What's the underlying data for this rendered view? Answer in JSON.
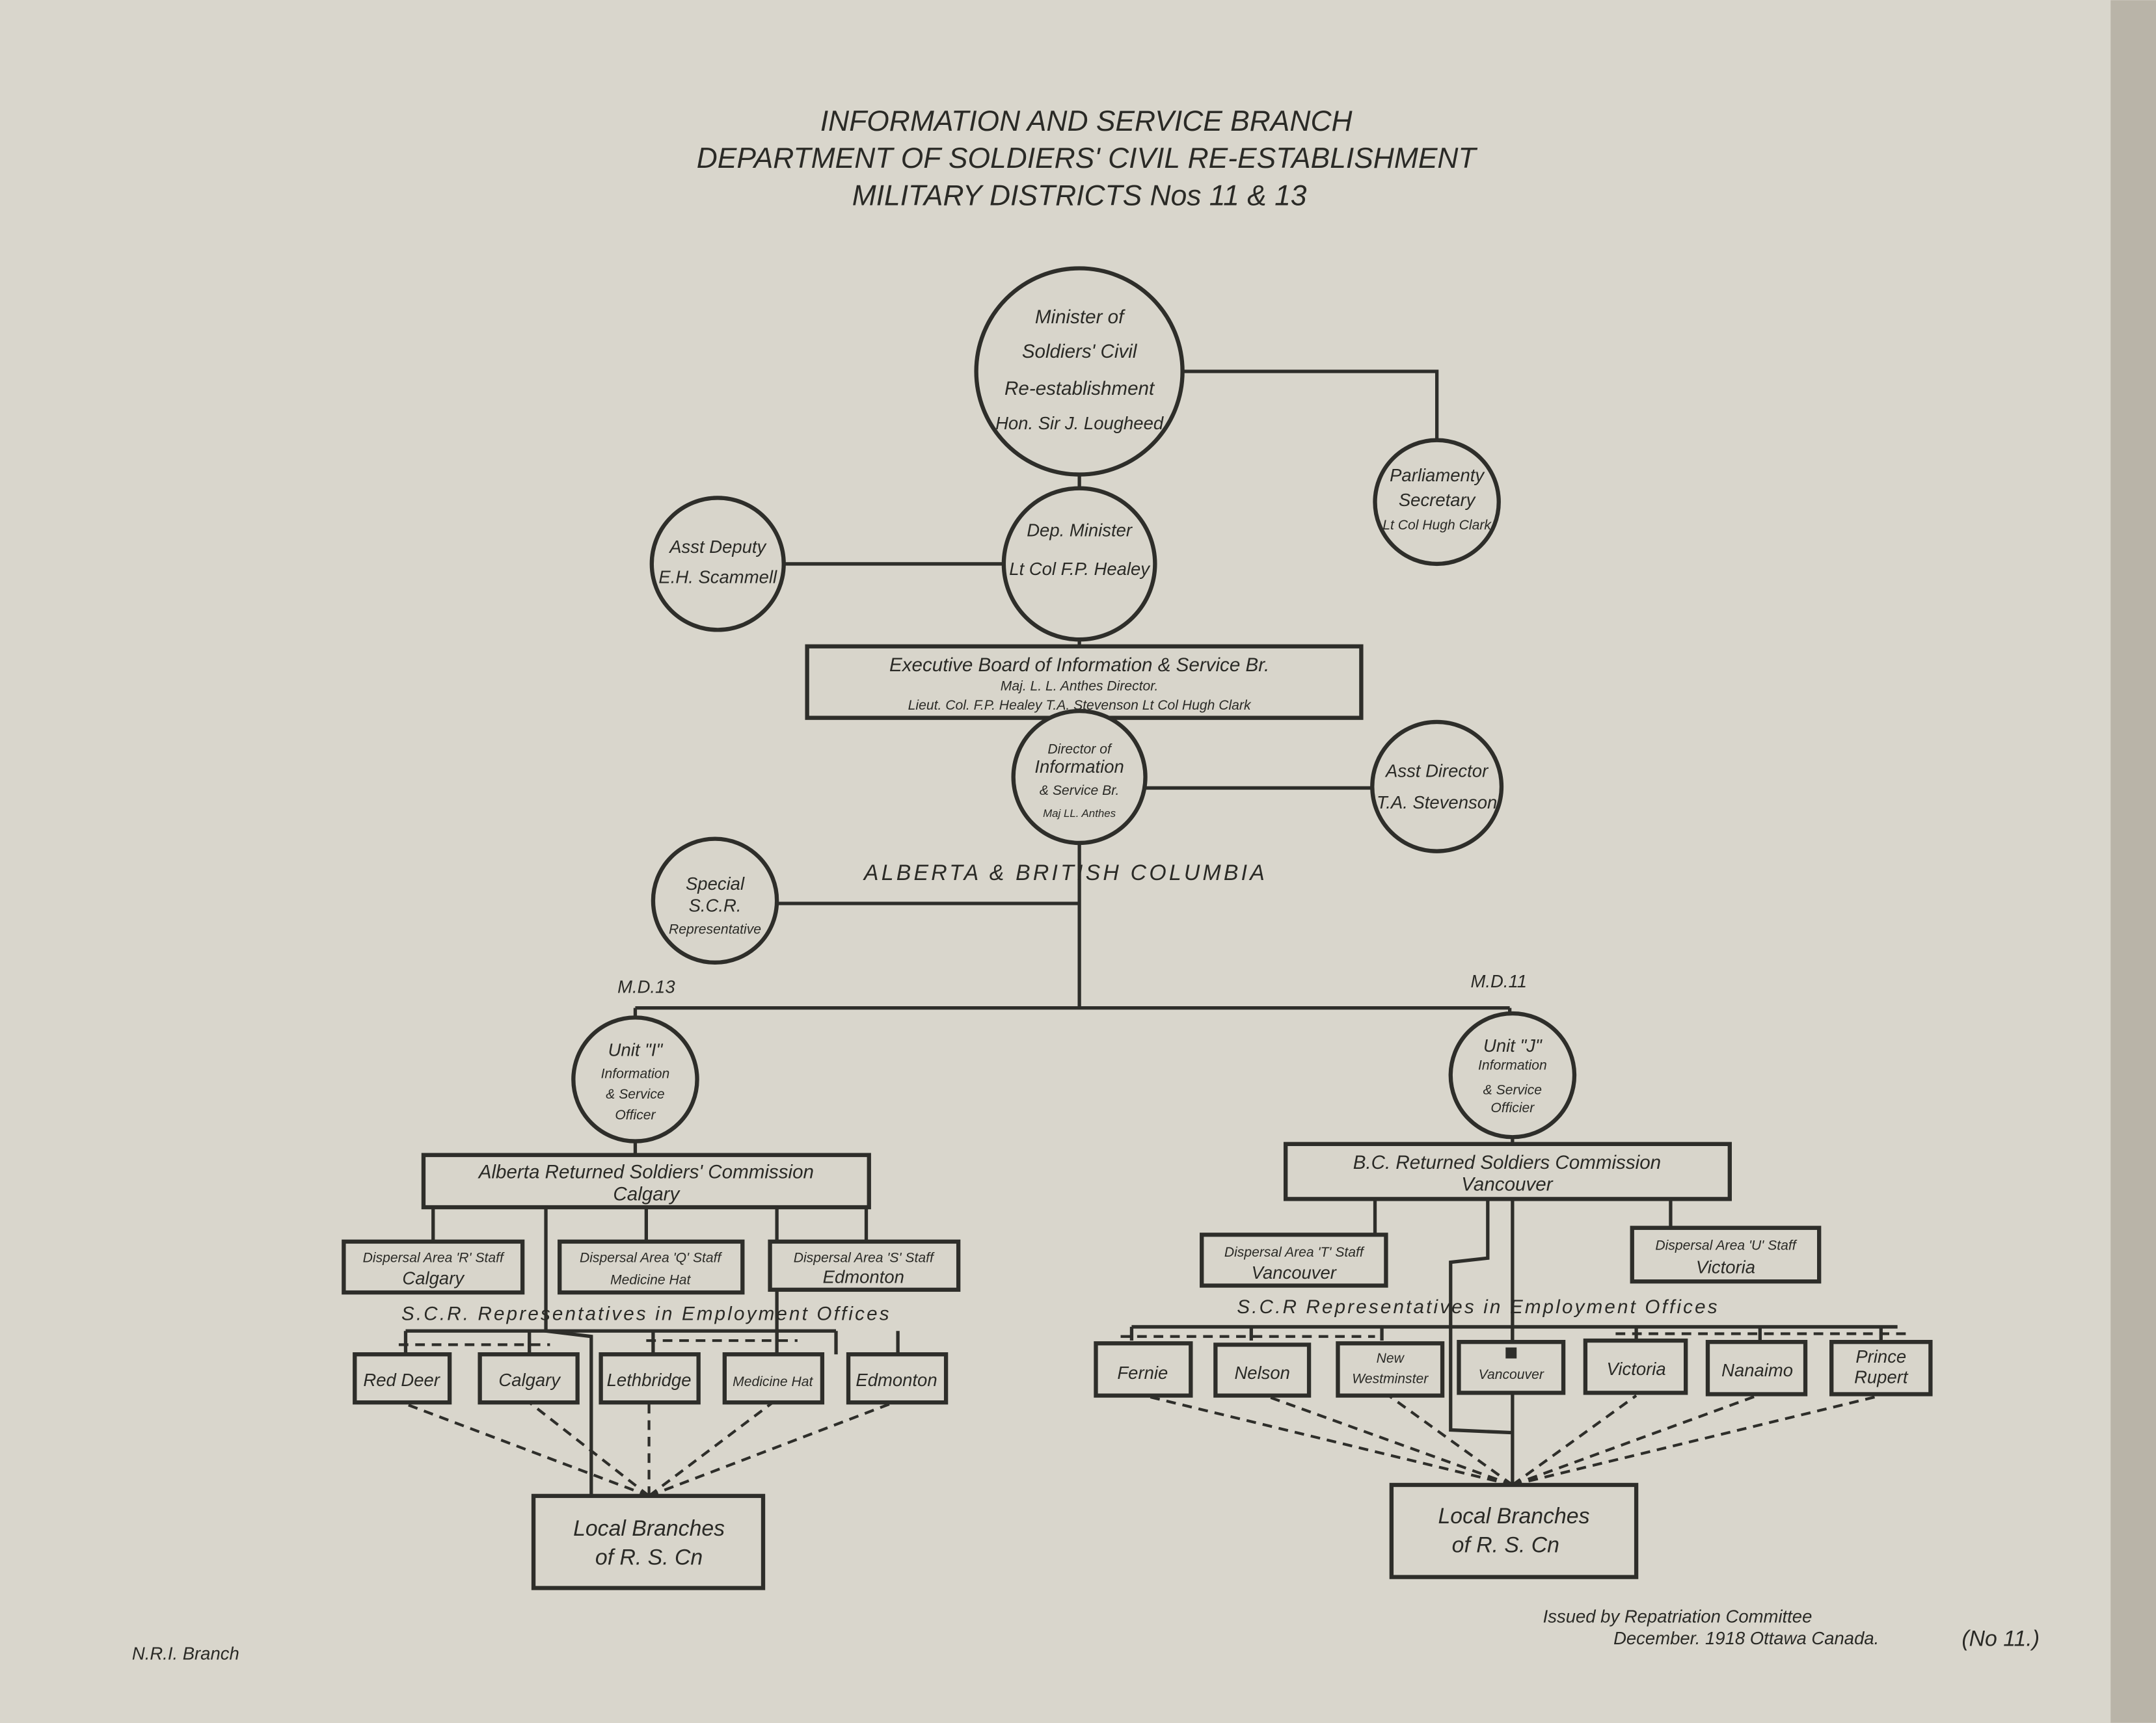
{
  "title": {
    "line1": "INFORMATION AND SERVICE BRANCH",
    "line2": "DEPARTMENT OF SOLDIERS' CIVIL RE-ESTABLISHMENT",
    "line3": "MILITARY DISTRICTS Nos 11 & 13"
  },
  "minister": {
    "l1": "Minister of",
    "l2": "Soldiers' Civil",
    "l3": "Re-establishment",
    "l4": "Hon. Sir J. Lougheed"
  },
  "parl_secretary": {
    "l1": "Parliamenty",
    "l2": "Secretary",
    "l3": "Lt Col Hugh Clark"
  },
  "dep_minister": {
    "l1": "Dep. Minister",
    "l2": "Lt Col F.P. Healey"
  },
  "asst_deputy": {
    "l1": "Asst Deputy",
    "l2": "E.H. Scammell"
  },
  "exec_board": {
    "l1": "Executive Board of Information & Service Br.",
    "l2": "Maj. L. L. Anthes Director.",
    "l3": "Lieut. Col. F.P. Healey   T.A. Stevenson   Lt Col Hugh Clark"
  },
  "director": {
    "l1": "Director of",
    "l2": "Information",
    "l3": "& Service Br.",
    "l4": "Maj LL. Anthes"
  },
  "asst_director": {
    "l1": "Asst Director",
    "l2": "T.A. Stevenson"
  },
  "special_scr": {
    "l1": "Special",
    "l2": "S.C.R.",
    "l3": "Representative"
  },
  "region_label": "ALBERTA & BRITISH COLUMBIA",
  "md13": {
    "label": "M.D.13",
    "unit": {
      "l1": "Unit \"I\"",
      "l2": "Information",
      "l3": "& Service",
      "l4": "Officer"
    },
    "commission": {
      "l1": "Alberta Returned Soldiers' Commission",
      "l2": "Calgary"
    },
    "dispersal": [
      {
        "l1": "Dispersal Area 'R' Staff",
        "l2": "Calgary"
      },
      {
        "l1": "Dispersal Area 'Q' Staff",
        "l2": "Medicine Hat"
      },
      {
        "l1": "Dispersal Area 'S' Staff",
        "l2": "Edmonton"
      }
    ],
    "scr_label": "S.C.R. Representatives in Employment Offices",
    "offices": [
      "Red Deer",
      "Calgary",
      "Lethbridge",
      "Medicine Hat",
      "Edmonton"
    ],
    "local": {
      "l1": "Local Branches",
      "l2": "of R. S. Cn"
    }
  },
  "md11": {
    "label": "M.D.11",
    "unit": {
      "l1": "Unit \"J\"",
      "l2": "Information",
      "l3": "& Service",
      "l4": "Officier"
    },
    "commission": {
      "l1": "B.C. Returned Soldiers Commission",
      "l2": "Vancouver"
    },
    "dispersal": [
      {
        "l1": "Dispersal Area 'T' Staff",
        "l2": "Vancouver"
      },
      {
        "l1": "Dispersal Area 'U' Staff",
        "l2": "Victoria"
      }
    ],
    "scr_label": "S.C.R Representatives in Employment Offices",
    "offices": [
      {
        "l1": "",
        "l2": "Fernie"
      },
      {
        "l1": "",
        "l2": "Nelson"
      },
      {
        "l1": "New",
        "l2": "Westminster"
      },
      {
        "l1": "",
        "l2": "Vancouver"
      },
      {
        "l1": "",
        "l2": "Victoria"
      },
      {
        "l1": "",
        "l2": "Nanaimo"
      },
      {
        "l1": "Prince",
        "l2": "Rupert"
      }
    ],
    "local": {
      "l1": "Local Branches",
      "l2": "of R. S. Cn"
    }
  },
  "footer": {
    "issued1": "Issued by Repatriation Committee",
    "issued2": "December. 1918  Ottawa  Canada.",
    "number": "(No 11.)",
    "branch": "N.R.I. Branch"
  }
}
